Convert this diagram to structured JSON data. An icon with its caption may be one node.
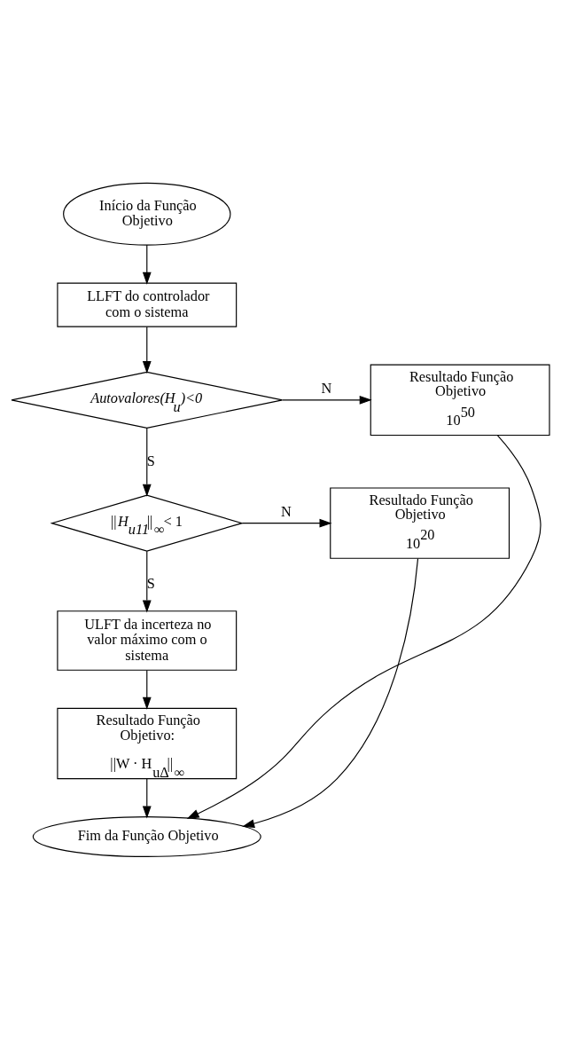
{
  "diagram": {
    "nodes": [
      {
        "text": [
          "Início da Função Objetivo"
        ]
      },
      {
        "text": [
          "LLFT do controlador com o sistema"
        ]
      },
      {
        "text": [
          "Autovalores(H$_{u}$)<0"
        ]
      },
      {
        "text": [
          "Resultado Função Objetivo",
          "10$^{50}$"
        ]
      },
      {
        "text": [
          "||*H$_{u11}$*||$_{∞}$< 1"
        ]
      },
      {
        "text": [
          "Resultado Função Objetivo",
          "10$^{20}$"
        ]
      },
      {
        "text": [
          "ULFT da incerteza no valor máximo com o sistema"
        ]
      },
      {
        "text": [
          "Resultado Função Objetivo:",
          "||W · H$_{uΔ}$||$_{∞}$"
        ]
      },
      {
        "text": [
          "Fim da Função Objetivo"
        ]
      }
    ],
    "edges": [
      {
        "from": 0,
        "to": 1,
        "arrow": "to"
      },
      {
        "from": 1,
        "to": 2,
        "arrow": "to"
      },
      {
        "from": 2,
        "to": 3,
        "arrow": "to",
        "label": "N"
      },
      {
        "from": 2,
        "to": 4,
        "arrow": "to",
        "label": "S"
      },
      {
        "from": 4,
        "to": 5,
        "arrow": "to",
        "label": "N"
      },
      {
        "from": 4,
        "to": 6,
        "arrow": "to",
        "label": "S"
      },
      {
        "from": 6,
        "to": 7,
        "arrow": "to"
      },
      {
        "from": 7,
        "to": 8,
        "arrow": "to"
      },
      {
        "from": 5,
        "to": 8,
        "arrow": "to"
      },
      {
        "from": 3,
        "to": 8,
        "arrow": "to"
      }
    ]
  }
}
